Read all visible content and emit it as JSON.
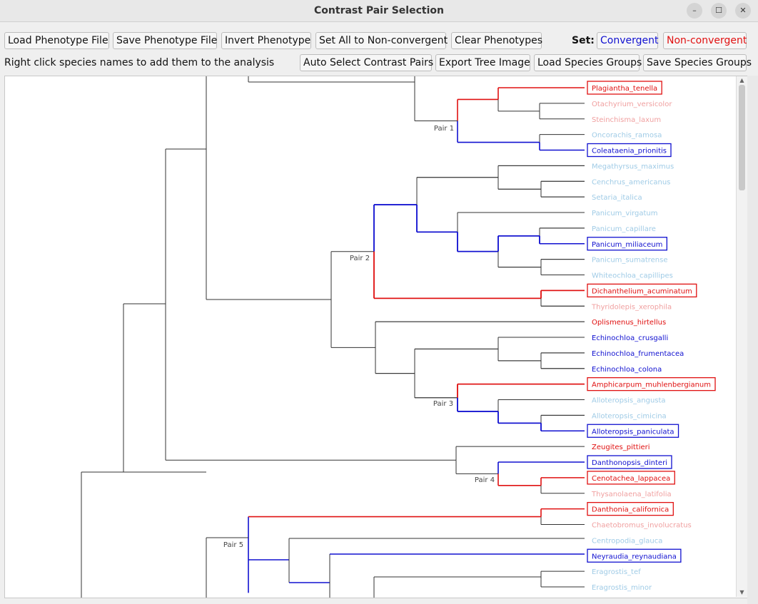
{
  "window": {
    "title": "Contrast Pair Selection"
  },
  "window_controls": {
    "minimize": "–",
    "maximize": "☐",
    "close": "✕"
  },
  "toolbar": {
    "load_phenotype": "Load Phenotype File",
    "save_phenotype": "Save Phenotype File",
    "invert_phenotype": "Invert Phenotype",
    "set_all_nonconvergent": "Set All to Non-convergent",
    "clear_phenotypes": "Clear Phenotypes",
    "set_label": "Set:",
    "convergent": "Convergent",
    "nonconvergent": "Non-convergent"
  },
  "toolbar2": {
    "hint": "Right click species names to add them to the analysis",
    "auto_select": "Auto Select Contrast Pairs",
    "export_tree": "Export Tree Image",
    "load_groups": "Load Species Groups",
    "save_groups": "Save Species Groups"
  },
  "colors": {
    "convergent": "#1010d0",
    "nonconvergent": "#e01010",
    "convergent_faded": "#9fcbe6",
    "nonconvergent_faded": "#f0a0a0",
    "branch": "#333333"
  },
  "tree": {
    "pairs": [
      "Pair 1",
      "Pair 2",
      "Pair 3",
      "Pair 4",
      "Pair 5"
    ],
    "species": [
      {
        "name": "Plagiantha_tenella",
        "state": "non",
        "boxed": true
      },
      {
        "name": "Otachyrium_versicolor",
        "state": "non_faded",
        "boxed": false
      },
      {
        "name": "Steinchisma_laxum",
        "state": "non_faded",
        "boxed": false
      },
      {
        "name": "Oncorachis_ramosa",
        "state": "conv_faded",
        "boxed": false
      },
      {
        "name": "Coleataenia_prionitis",
        "state": "conv",
        "boxed": true
      },
      {
        "name": "Megathyrsus_maximus",
        "state": "conv_faded",
        "boxed": false
      },
      {
        "name": "Cenchrus_americanus",
        "state": "conv_faded",
        "boxed": false
      },
      {
        "name": "Setaria_italica",
        "state": "conv_faded",
        "boxed": false
      },
      {
        "name": "Panicum_virgatum",
        "state": "conv_faded",
        "boxed": false
      },
      {
        "name": "Panicum_capillare",
        "state": "conv_faded",
        "boxed": false
      },
      {
        "name": "Panicum_miliaceum",
        "state": "conv",
        "boxed": true
      },
      {
        "name": "Panicum_sumatrense",
        "state": "conv_faded",
        "boxed": false
      },
      {
        "name": "Whiteochloa_capillipes",
        "state": "conv_faded",
        "boxed": false
      },
      {
        "name": "Dichanthelium_acuminatum",
        "state": "non",
        "boxed": true
      },
      {
        "name": "Thyridolepis_xerophila",
        "state": "non_faded",
        "boxed": false
      },
      {
        "name": "Oplismenus_hirtellus",
        "state": "non",
        "boxed": false
      },
      {
        "name": "Echinochloa_crusgalli",
        "state": "conv",
        "boxed": false
      },
      {
        "name": "Echinochloa_frumentacea",
        "state": "conv",
        "boxed": false
      },
      {
        "name": "Echinochloa_colona",
        "state": "conv",
        "boxed": false
      },
      {
        "name": "Amphicarpum_muhlenbergianum",
        "state": "non",
        "boxed": true
      },
      {
        "name": "Alloteropsis_angusta",
        "state": "conv_faded",
        "boxed": false
      },
      {
        "name": "Alloteropsis_cimicina",
        "state": "conv_faded",
        "boxed": false
      },
      {
        "name": "Alloteropsis_paniculata",
        "state": "conv",
        "boxed": true
      },
      {
        "name": "Zeugites_pittieri",
        "state": "non",
        "boxed": false
      },
      {
        "name": "Danthonopsis_dinteri",
        "state": "conv",
        "boxed": true
      },
      {
        "name": "Cenotachea_lappacea",
        "state": "non",
        "boxed": true
      },
      {
        "name": "Thysanolaena_latifolia",
        "state": "non_faded",
        "boxed": false
      },
      {
        "name": "Danthonia_californica",
        "state": "non",
        "boxed": true
      },
      {
        "name": "Chaetobromus_involucratus",
        "state": "non_faded",
        "boxed": false
      },
      {
        "name": "Centropodia_glauca",
        "state": "conv_faded",
        "boxed": false
      },
      {
        "name": "Neyraudia_reynaudiana",
        "state": "conv",
        "boxed": true
      },
      {
        "name": "Eragrostis_tef",
        "state": "conv_faded",
        "boxed": false
      },
      {
        "name": "Eragrostis_minor",
        "state": "conv_faded",
        "boxed": false
      }
    ]
  }
}
